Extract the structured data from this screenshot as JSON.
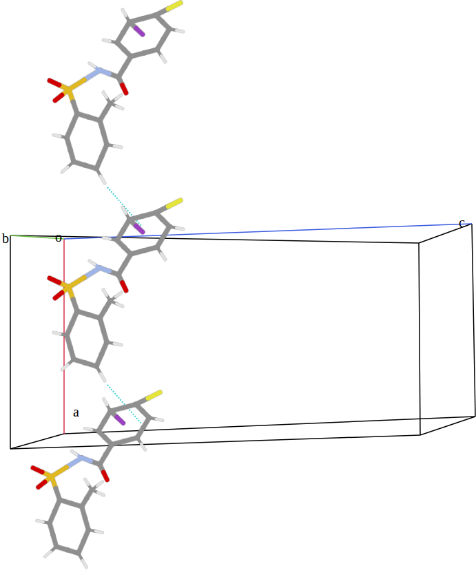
{
  "diagram": {
    "labels": [
      "b",
      "o",
      "c",
      "a"
    ]
  }
}
